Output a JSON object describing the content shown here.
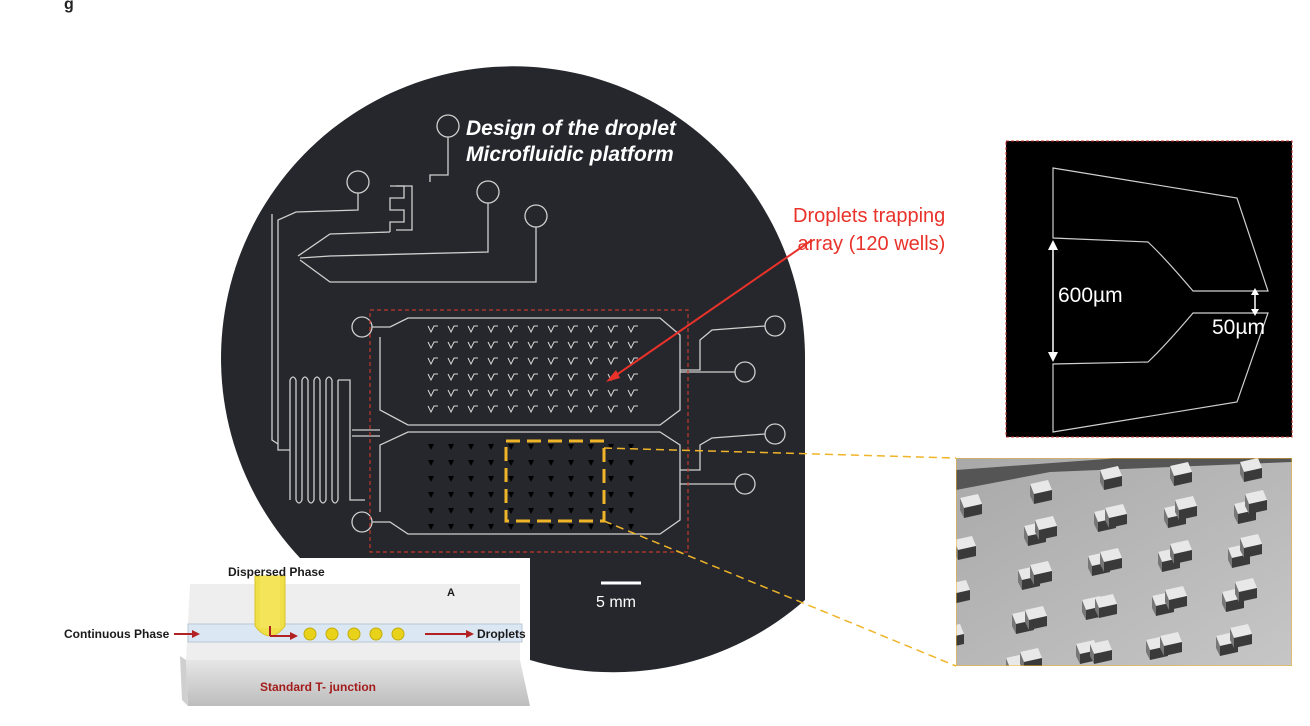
{
  "header_fragment": "g",
  "platform": {
    "title_line1": "Design of the droplet",
    "title_line2": "Microfluidic platform",
    "scale_label": "5 mm"
  },
  "callout": {
    "line1": "Droplets trapping",
    "line2": "array (120 wells)"
  },
  "well_detail": {
    "height_label": "600µm",
    "gap_label": "50µm"
  },
  "tjunction": {
    "dispersed_label": "Dispersed Phase",
    "continuous_label": "Continuous Phase",
    "droplets_label": "Droplets",
    "panel_letter": "A",
    "caption": "Standard T- junction"
  },
  "colors": {
    "wafer": "#25272c",
    "callout": "#e8322a",
    "zoom_box": "#f0b429",
    "array_box": "#c0392b",
    "detail_bg": "#000000",
    "channel": "#cfcfcf",
    "caption": "#a31c1c",
    "droplet": "#e8d21a"
  }
}
